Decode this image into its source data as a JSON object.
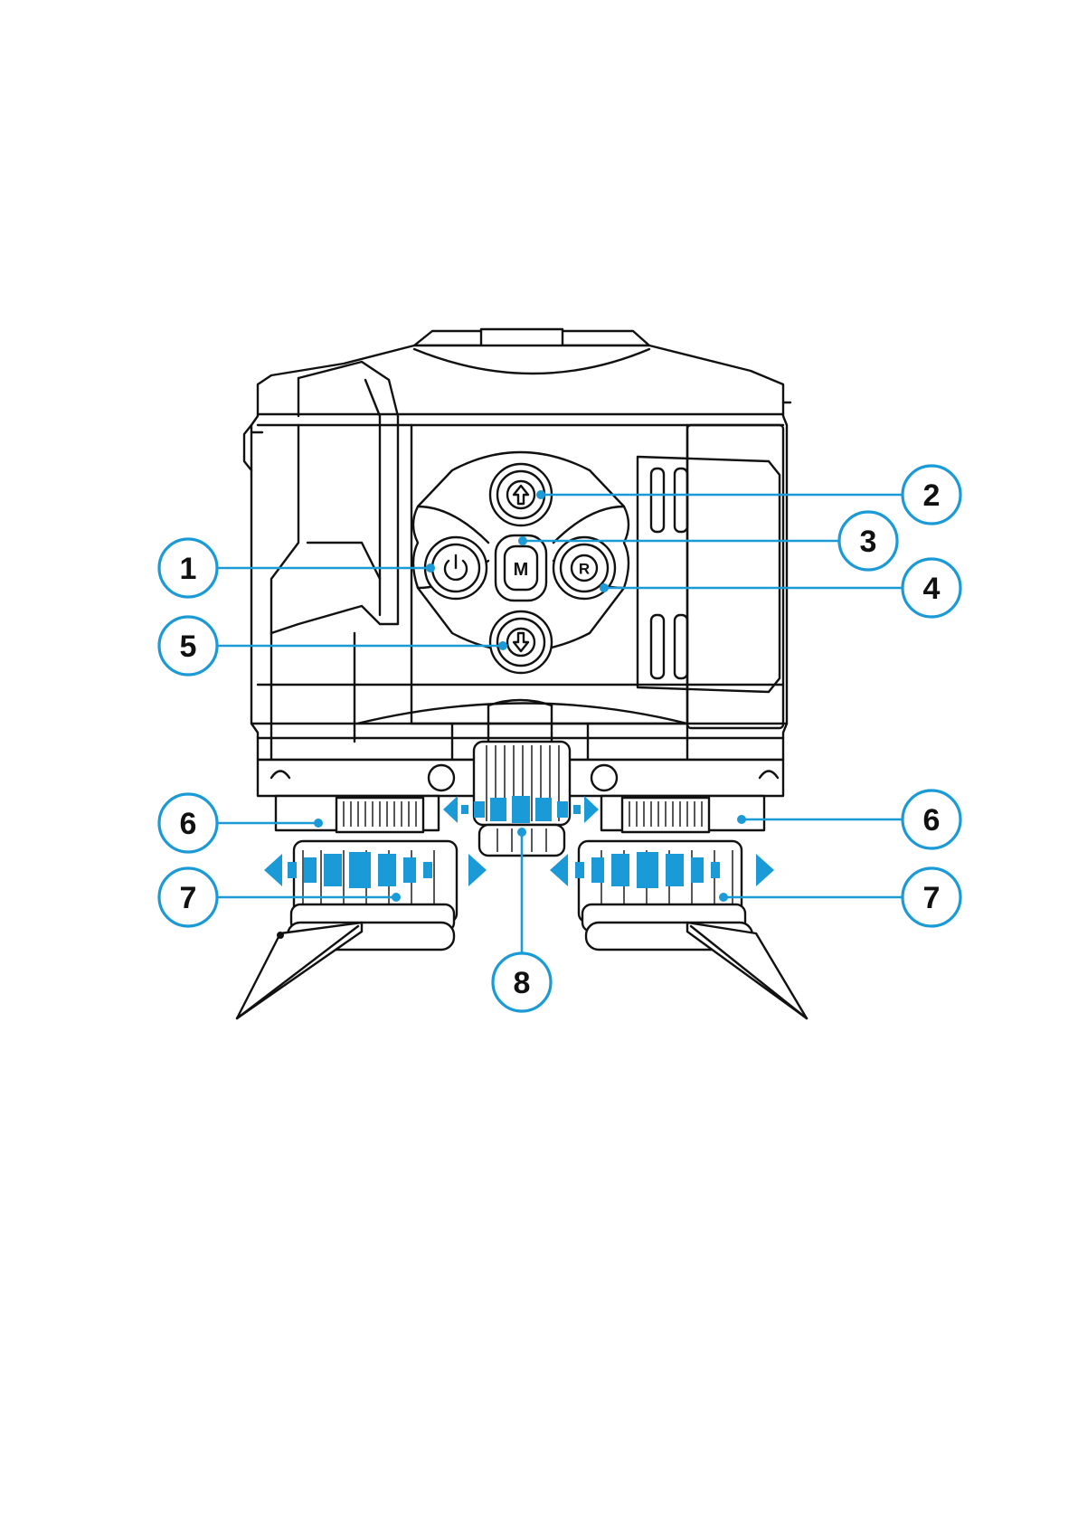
{
  "buttons": {
    "power_glyph": "power-icon",
    "menu_label": "M",
    "rec_label": "R",
    "up_glyph": "arrow-up-icon",
    "down_glyph": "arrow-down-icon"
  },
  "callouts": [
    {
      "id": "1",
      "label": "1"
    },
    {
      "id": "2",
      "label": "2"
    },
    {
      "id": "3",
      "label": "3"
    },
    {
      "id": "4",
      "label": "4"
    },
    {
      "id": "5",
      "label": "5"
    },
    {
      "id": "6a",
      "label": "6"
    },
    {
      "id": "6b",
      "label": "6"
    },
    {
      "id": "7a",
      "label": "7"
    },
    {
      "id": "7b",
      "label": "7"
    },
    {
      "id": "8",
      "label": "8"
    }
  ],
  "colors": {
    "accent": "#1a9ad6",
    "outline": "#111111"
  }
}
